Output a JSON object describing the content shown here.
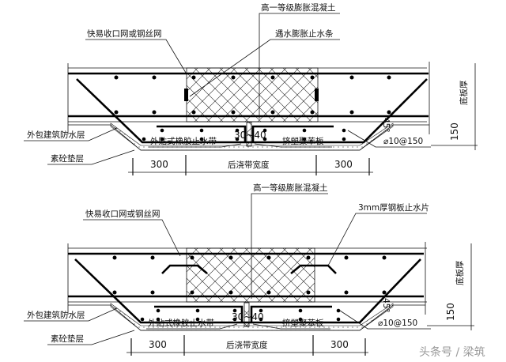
{
  "top": {
    "concrete_label": "高一等级膨胀混凝土",
    "mesh_label": "快易收口网或钢丝网",
    "waterstop_label": "遇水膨胀止水条",
    "waterproof_label": "外包建筑防水层",
    "cushion_label": "素砼垫层",
    "rubber_label": "外贴式橡胶止水带",
    "gap_label": "30~40",
    "xps_label": "挤塑聚苯板",
    "rebar_label": "⌀10@150",
    "dim_left": "300",
    "dim_mid": "后浇带宽度",
    "dim_right": "300",
    "thickness_label": "底板厚",
    "depth_label": "150",
    "angle_label": "45°"
  },
  "bottom": {
    "concrete_label": "高一等级膨胀混凝土",
    "mesh_label": "快易收口网或钢丝网",
    "plate_label": "3mm厚钢板止水片",
    "waterproof_label": "外包建筑防水层",
    "cushion_label": "素砼垫层",
    "rubber_label": "外贴式橡胶止水带",
    "gap_label": "30~40",
    "xps_label": "挤塑聚苯板",
    "rebar_label": "⌀10@150",
    "dim_left": "300",
    "dim_mid": "后浇带宽度",
    "dim_right": "300",
    "thickness_label": "底板厚",
    "depth_label": "150",
    "angle_label": "45°"
  },
  "watermark": "头条号 / 梁筑"
}
